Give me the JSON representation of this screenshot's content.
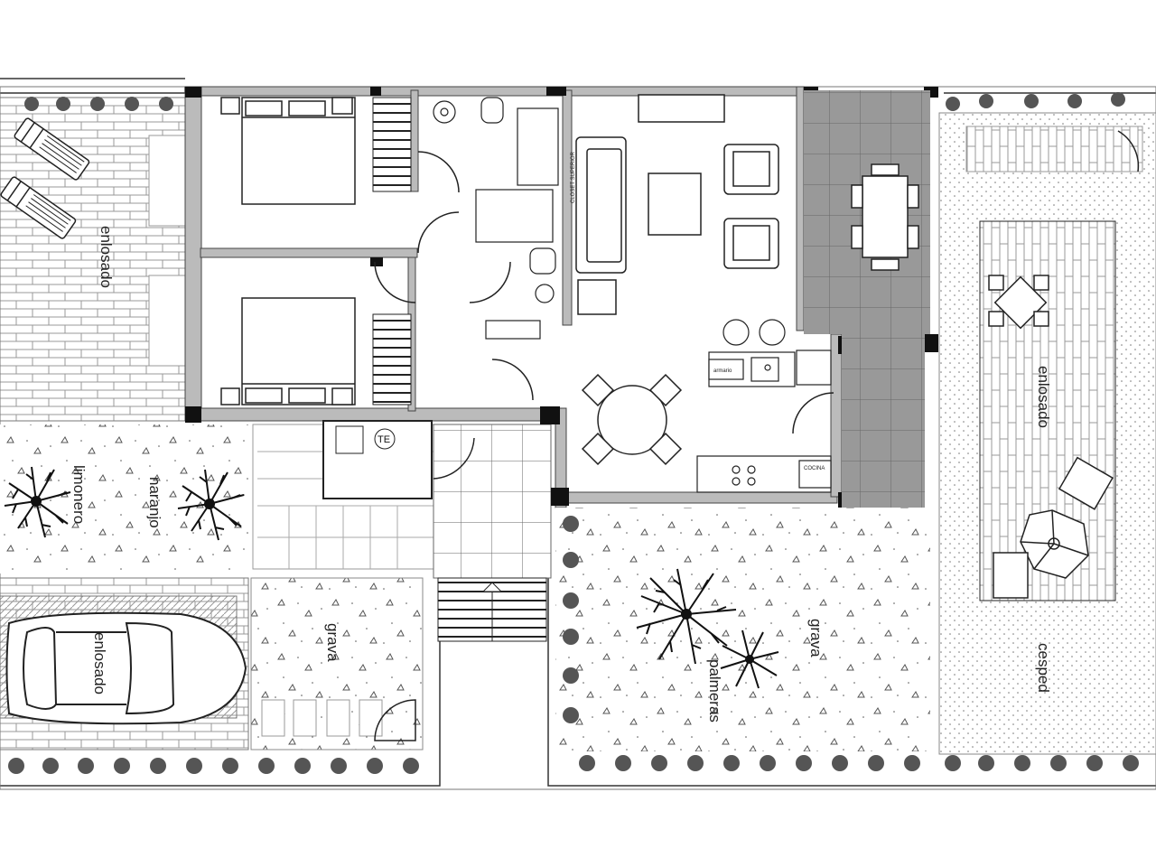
{
  "labels": {
    "enlosado_left": "enlosado",
    "limonero": "limonero",
    "naranjo": "naranjo",
    "enlosado_car": "enlosado",
    "grava_left": "grava",
    "grava_right": "grava",
    "palmeras": "palmeras",
    "enlosado_right": "enlosado",
    "cesped": "cesped",
    "te": "TE",
    "closet_label": "CLOSET SUPERIOR",
    "cocina_label": "COCINA",
    "armario_label": "armario"
  },
  "icons": [
    "sun-lounger-icon",
    "tree-icon",
    "palm-icon",
    "car-icon",
    "table-chairs-icon",
    "parasol-icon",
    "sofa-icon",
    "armchair-icon",
    "bed-icon",
    "toilet-icon",
    "sink-icon",
    "stove-icon"
  ]
}
